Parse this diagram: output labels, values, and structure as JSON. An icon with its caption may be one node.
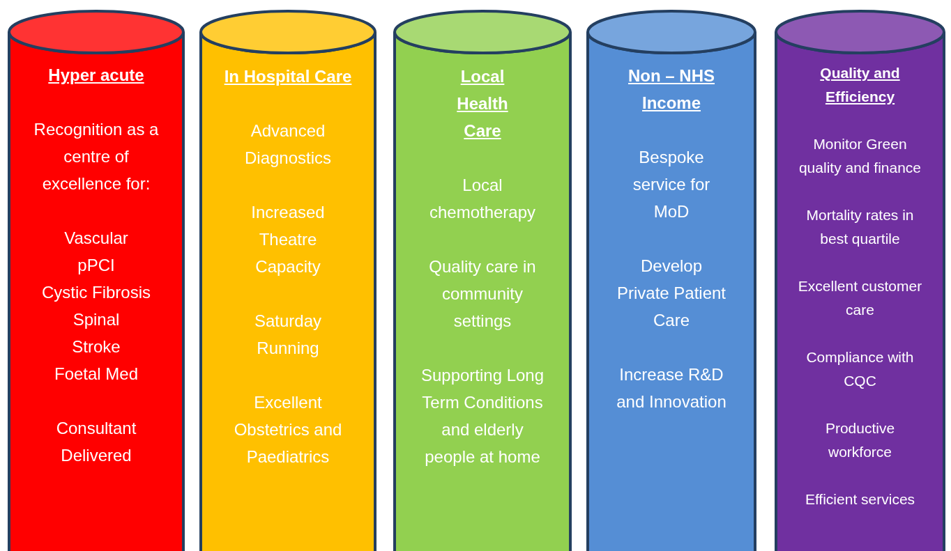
{
  "diagram": {
    "nodes": [
      {
        "text": [
          "Hyper acute",
          "Recognition as a centre of excellence for:",
          "Vascular",
          "pPCI",
          "Cystic Fibrosis",
          "Spinal",
          "Stroke",
          "Foetal Med",
          "Consultant Delivered"
        ]
      },
      {
        "text": [
          "In Hospital Care",
          "Advanced Diagnostics",
          "Increased Theatre Capacity",
          "Saturday Running",
          "Excellent Obstetrics and Paediatrics"
        ]
      },
      {
        "text": [
          "Local Health Care",
          "Local chemotherapy",
          "Quality care in community settings",
          "Supporting Long Term Conditions and elderly people at home"
        ]
      },
      {
        "text": [
          "Non – NHS Income",
          "Bespoke service for MoD",
          "Develop Private Patient Care",
          "Increase R&D and Innovation"
        ]
      },
      {
        "text": [
          "Quality and Efficiency",
          "Monitor Green quality and finance",
          "Mortality rates in best quartile",
          "Excellent customer care",
          "Compliance with CQC",
          "Productive workforce",
          "Efficient services"
        ]
      }
    ]
  }
}
